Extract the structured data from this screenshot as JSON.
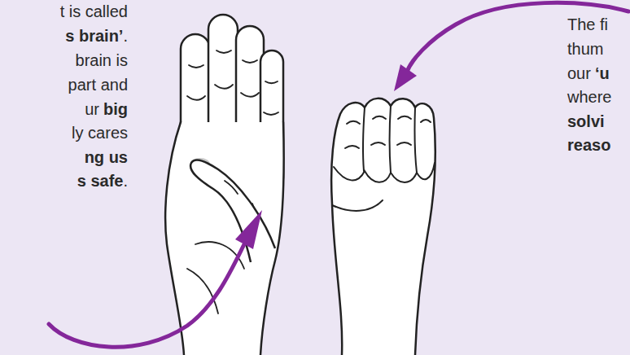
{
  "diagram": {
    "labels": [
      "t is called",
      "s brain’",
      ".",
      "brain is",
      "part and",
      "ur",
      "big",
      "ly cares",
      "ng us",
      "s safe",
      ".",
      "The fi",
      "thum",
      "our",
      "‘u",
      "where",
      "solvi",
      "reaso"
    ]
  }
}
